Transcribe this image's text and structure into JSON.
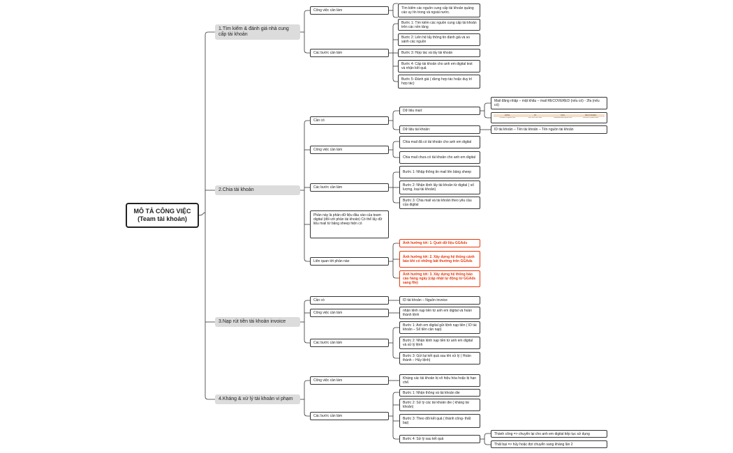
{
  "root": {
    "label": "MÔ TẢ CÔNG VIỆC\n(Team tài khoản)"
  },
  "branches": [
    {
      "label": "1.Tìm kiếm & đánh giá nhà cung cấp tài khoản"
    },
    {
      "label": "2.Chia tài khoản"
    },
    {
      "label": "3.Nạp rút tiền tài khoản invoice"
    },
    {
      "label": "4.Kháng & xử lý tài khoản vi phạm"
    }
  ],
  "nodes": {
    "b1_cv": "Công việc cần làm",
    "b1_cv_1": "Tìm kiếm các nguồn cung cấp tài khoản quảng cáo uy tín trong và ngoài nước.",
    "b1_cb": "Các bước cần làm",
    "b1_cb_1": "Bước 1: Tìm kiếm các nguồn cung cấp tài khoản trên các nền tảng",
    "b1_cb_2": "Bước 2: Liên hệ lấy thông tin đánh giá và so sánh các nguồn",
    "b1_cb_3": "Bước 3: Hợp tác và lấy tài khoản",
    "b1_cb_4": "Bước 4: Cấp tài khoản cho anh em digital test và nhận kết quả",
    "b1_cb_5": "Bước 5: Đánh giá ( dừng hợp tác hoặc duy trì hợp tác)",
    "b2_canco": "Cần có",
    "b2_dlmail": "Dữ liệu mail:",
    "b2_dlmail_1": "Mail đăng nhập – mật khẩu – mail RECOVERED (nếu có) - 2fa (nếu có)",
    "b2_dltk": "Dữ liệu tài khoản:",
    "b2_dltk_1": "ID tài khoản – Tên tài khoản – Tên nguồn tài khoản",
    "b2_cv": "Công việc cần làm",
    "b2_cv_1": "Chia mail đã có tài khoản cho anh em digital",
    "b2_cv_2": "Chia mail chưa có tài khoản cho anh em digital",
    "b2_cb": "Các bước cần làm",
    "b2_cb_1": "Bước 1: Nhập thông tin mail lên bảng sheep",
    "b2_cb_2": "Bước 2: Nhận lệnh lấy tài khoản từ digital ( số lượng, loại tài khoản)",
    "b2_cb_3": "Bước 3: Chia mail và tài khoản theo yêu cầu của digital",
    "b2_note": "Phần này là phần dữ liệu đầu vào của team digital (đối với phần tài khoản) Có thể lấy dữ liệu mail từ bảng sheep hiện có",
    "b2_lq": "Liên quan tới phần nào",
    "b2_lq_1": "Ảnh hưởng tới: 1. Quét dữ liệu GGAds",
    "b2_lq_2": "Ảnh hưởng tới: 2. Xây dựng hệ thống cảnh báo khi có những bất thường trên GGAds",
    "b2_lq_3": "Ảnh hưởng tới: 3. Xây dựng hệ thống báo cáo hàng ngày (cập nhật tự động từ GGAds sang file)",
    "b3_canco": "Cần có",
    "b3_canco_1": "ID tài khoản – Nguồn invoice",
    "b3_cv": "Công việc cần làm",
    "b3_cv_1": "nhận lệnh nạp tiền từ anh em digital và hoàn thành lệnh",
    "b3_cb": "Các bước cần làm",
    "b3_cb_1": "Bước 1: Anh em digital gửi lệnh nạp tiền ( ID tài khoản – Số tiền cần nạp)",
    "b3_cb_2": "Bước 2: Nhận lệnh nạp tiền từ anh em digital và xử lý lệnh",
    "b3_cb_3": "Bước 3: Gửi lại kết quả sau khi xử lý ( Hoàn thành – Hủy lệnh)",
    "b4_cv": "Công việc cần làm",
    "b4_cv_1": "Kháng các tài khoản bị vô hiệu hóa hoặc bị hạn chế.",
    "b4_cb": "Các bước cần làm",
    "b4_cb_1": "Bước 1: Nhận thông và tài khoản die",
    "b4_cb_2": "Bước 2: Sử lý các tài khoản die ( kháng tài khoản)",
    "b4_cb_3": "Bước 3: Theo dõi kết quả ( thành công- thất bại)",
    "b4_cb_4": "Bước 4: Sử lý sau kết quả",
    "b4_cb_4_1": "Thành công => chuyển lại cho anh em digital tiếp tục sử dụng",
    "b4_cb_4_2": "Thất bại => hủy hoặc đợi chuyển sang kháng lần 2"
  },
  "mail_table": {
    "headers": [
      "EMAIL",
      "PA",
      "MAIL",
      "RECOVERED"
    ],
    "row": [
      "account01@gmail.com",
      "xxxx xxxx xxxx xxxx",
      "alitdopebshdb@gmail.com",
      "recover01@gmail.com"
    ]
  },
  "colors": {
    "line": "#333333",
    "highlight": "#e8380d",
    "branch_bg": "#dcdcdc"
  }
}
